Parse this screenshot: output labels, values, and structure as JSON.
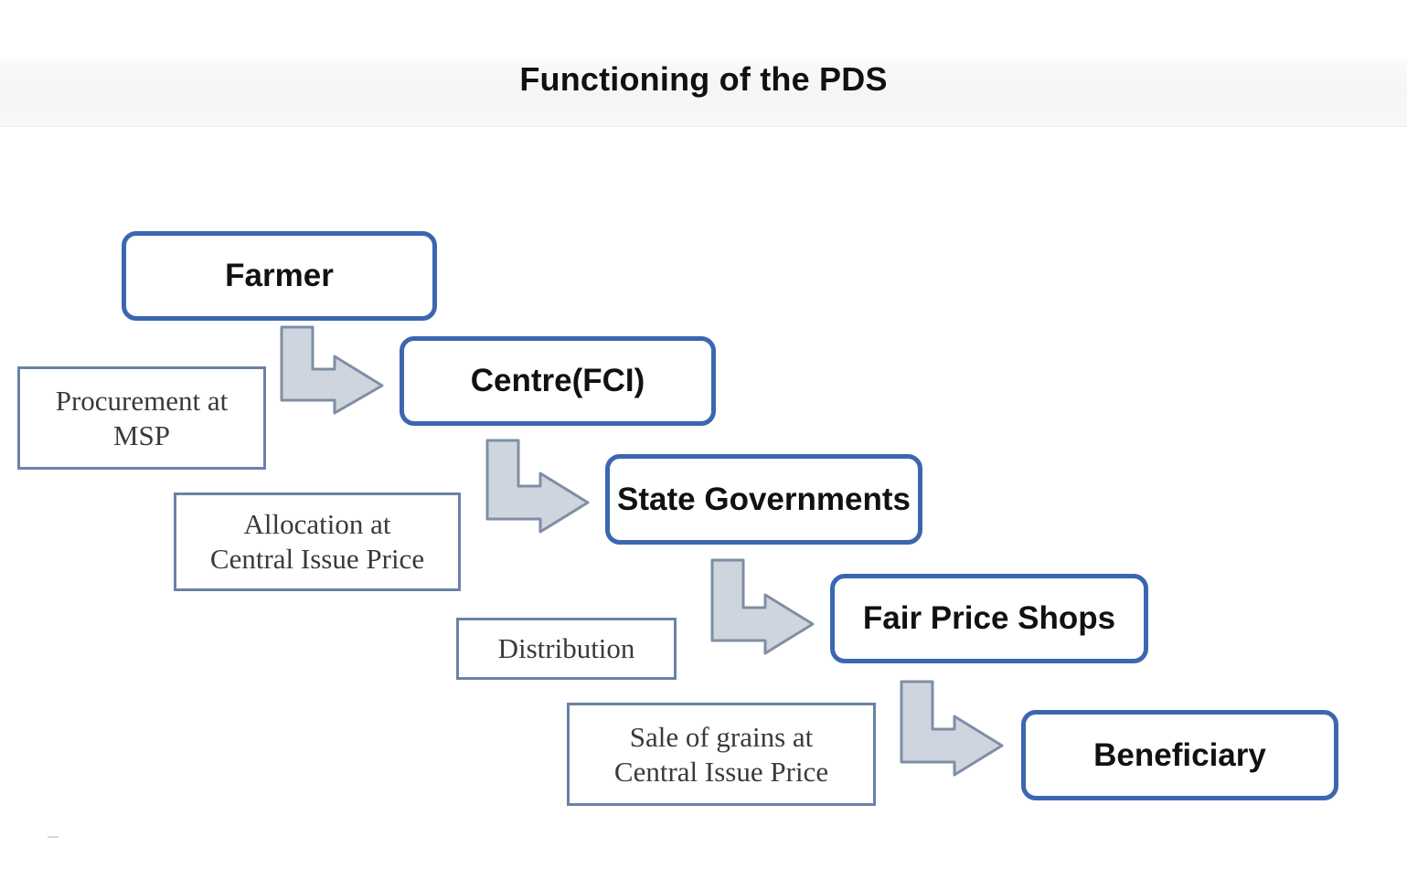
{
  "title": "Functioning of the PDS",
  "nodes": [
    {
      "label": "Farmer"
    },
    {
      "label": "Centre(FCI)"
    },
    {
      "label": "State Governments"
    },
    {
      "label": "Fair Price Shops"
    },
    {
      "label": "Beneficiary"
    }
  ],
  "steps": [
    {
      "line1": "Procurement at",
      "line2": "MSP"
    },
    {
      "line1": "Allocation at",
      "line2": "Central Issue Price"
    },
    {
      "line1": "Distribution",
      "line2": ""
    },
    {
      "line1": "Sale of grains at",
      "line2": "Central Issue Price"
    }
  ],
  "colors": {
    "node_border": "#3a67b0",
    "label_border": "#6a82a8",
    "arrow_fill": "#cfd5de",
    "arrow_stroke": "#7f8ea6"
  }
}
